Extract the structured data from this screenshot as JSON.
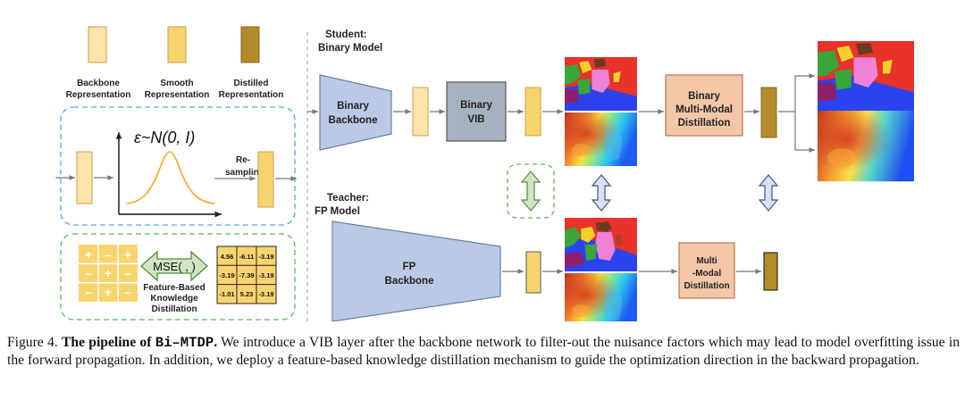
{
  "legend": {
    "backbone_line1": "Backbone",
    "backbone_line2": "Representation",
    "smooth_line1": "Smooth",
    "smooth_line2": "Representation",
    "distilled_line1": "Distilled",
    "distilled_line2": "Representation"
  },
  "vib_panel": {
    "formula": "ε~N(0, I)",
    "resample_line1": "Re-",
    "resample_line2": "sampling"
  },
  "kd_panel": {
    "mse_label": "MSE( , )",
    "kd_line1": "Feature-Based",
    "kd_line2": "Knowledge",
    "kd_line3": "Distillation",
    "signs": [
      "+",
      "–",
      "+",
      "–",
      "+",
      "–",
      "–",
      "+",
      "–"
    ],
    "matrix": [
      "4.56",
      "-6.11",
      "-3.19",
      "-3.19",
      "-7.39",
      "-3.19",
      "-1.01",
      "5.23",
      "-3.19"
    ]
  },
  "student": {
    "heading_line1": "Student:",
    "heading_line2": "Binary Model",
    "backbone_line1": "Binary",
    "backbone_line2": "Backbone",
    "vib_line1": "Binary",
    "vib_line2": "VIB",
    "distill_line1": "Binary",
    "distill_line2": "Multi-Modal",
    "distill_line3": "Distillation"
  },
  "teacher": {
    "heading_line1": "Teacher:",
    "heading_line2": "FP Model",
    "backbone_line1": "FP",
    "backbone_line2": "Backbone",
    "distill_line1": "Multi",
    "distill_line2": "-Modal",
    "distill_line3": "Distillation"
  },
  "caption": {
    "label": "Figure 4.",
    "bold_prefix": "The pipeline of",
    "model_name": "Bi–MTDP",
    "period": ".",
    "text": " We introduce a VIB layer after the backbone network to filter-out the nuisance factors which may lead to model overfitting issue in the forward propagation.  In addition, we deploy a feature-based knowledge distillation mechanism to guide the optimization direction in the backward propagation."
  },
  "colors": {
    "light_rep": "#fbe3ab",
    "smooth_rep": "#f8d46f",
    "distilled_rep": "#b48b2b",
    "backbone_blue": "#b9c9e6",
    "vib_gray": "#a7b2c1",
    "distill_peach": "#f3c7a8",
    "seg_red": "#e8322a",
    "seg_blue": "#2b43ee",
    "seg_green": "#39a53a",
    "seg_yellow": "#f2d02c",
    "seg_pink": "#ee82d6"
  }
}
